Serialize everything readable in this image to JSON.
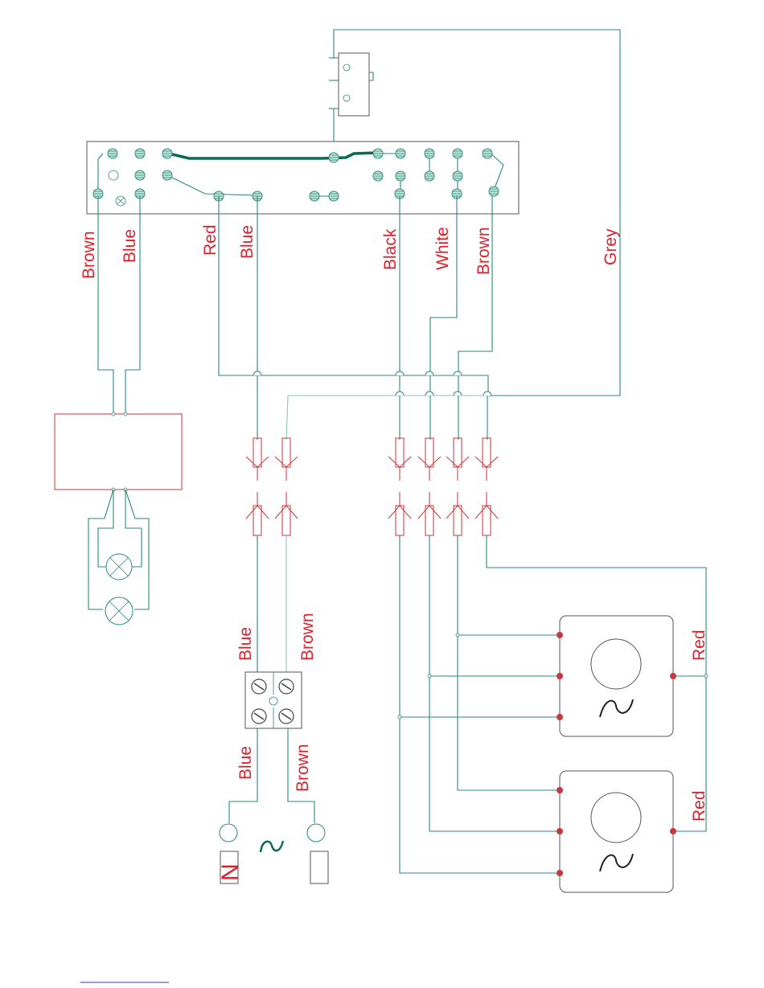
{
  "top_labels": {
    "brown_1": "Brown",
    "blue_1": "Blue",
    "red": "Red",
    "blue_2": "Blue",
    "black": "Black",
    "white": "White",
    "brown_2": "Brown",
    "grey": "Grey"
  },
  "terminal_block_labels": {
    "blue_top": "Blue",
    "brown_top": "Brown",
    "blue_bottom": "Blue",
    "brown_bottom": "Brown"
  },
  "motor_labels": {
    "motor1_red": "Red",
    "motor2_red": "Red"
  },
  "supply": {
    "neutral": "N",
    "live": "",
    "ac_symbol": "~"
  },
  "motor_symbol": "~",
  "colors": {
    "wire": "#2a8a78",
    "label": "#e0202a",
    "connector": "#d1323a"
  }
}
